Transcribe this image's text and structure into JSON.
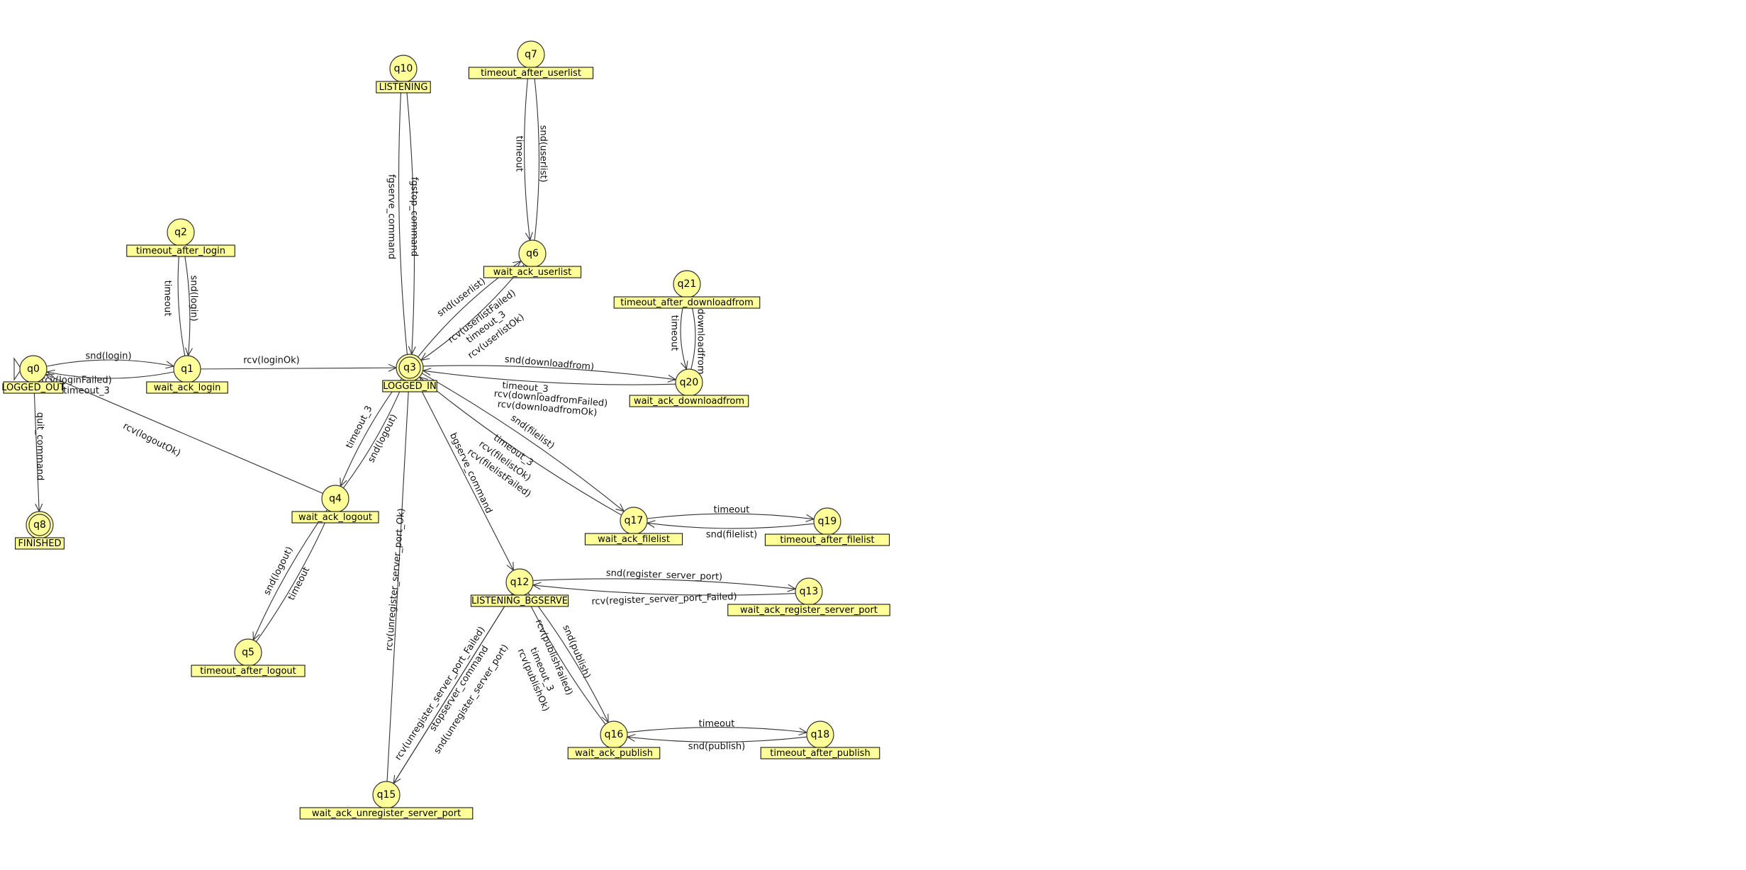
{
  "states": [
    {
      "id": "q0",
      "label": "LOGGED_OUT",
      "initial": true
    },
    {
      "id": "q1",
      "label": "wait_ack_login"
    },
    {
      "id": "q2",
      "label": "timeout_after_login"
    },
    {
      "id": "q3",
      "label": "LOGGED_IN",
      "accepting": true
    },
    {
      "id": "q4",
      "label": "wait_ack_logout"
    },
    {
      "id": "q5",
      "label": "timeout_after_logout"
    },
    {
      "id": "q6",
      "label": "wait_ack_userlist"
    },
    {
      "id": "q7",
      "label": "timeout_after_userlist"
    },
    {
      "id": "q8",
      "label": "FINISHED",
      "accepting": true
    },
    {
      "id": "q10",
      "label": "LISTENING"
    },
    {
      "id": "q12",
      "label": "LISTENING_BGSERVE"
    },
    {
      "id": "q13",
      "label": "wait_ack_register_server_port"
    },
    {
      "id": "q15",
      "label": "wait_ack_unregister_server_port"
    },
    {
      "id": "q16",
      "label": "wait_ack_publish"
    },
    {
      "id": "q17",
      "label": "wait_ack_filelist"
    },
    {
      "id": "q18",
      "label": "timeout_after_publish"
    },
    {
      "id": "q19",
      "label": "timeout_after_filelist"
    },
    {
      "id": "q20",
      "label": "wait_ack_downloadfrom"
    },
    {
      "id": "q21",
      "label": "timeout_after_downloadfrom"
    }
  ],
  "transitions": [
    {
      "from": "q0",
      "to": "q1",
      "labels": [
        "snd(login)"
      ]
    },
    {
      "from": "q1",
      "to": "q0",
      "labels": [
        "rcv(loginFailed)",
        "timeout_3"
      ]
    },
    {
      "from": "q1",
      "to": "q2",
      "labels": [
        "snd(login)"
      ]
    },
    {
      "from": "q2",
      "to": "q1",
      "labels": [
        "timeout"
      ]
    },
    {
      "from": "q1",
      "to": "q3",
      "labels": [
        "rcv(loginOk)"
      ]
    },
    {
      "from": "q0",
      "to": "q8",
      "labels": [
        "quit_command"
      ]
    },
    {
      "from": "q4",
      "to": "q0",
      "labels": [
        "rcv(logoutOk)"
      ]
    },
    {
      "from": "q3",
      "to": "q4",
      "labels": [
        "snd(logout)"
      ]
    },
    {
      "from": "q4",
      "to": "q3",
      "labels": [
        "timeout_3"
      ]
    },
    {
      "from": "q4",
      "to": "q5",
      "labels": [
        "timeout"
      ]
    },
    {
      "from": "q5",
      "to": "q4",
      "labels": [
        "snd(logout)"
      ]
    },
    {
      "from": "q10",
      "to": "q3",
      "labels": [
        "fgstop_command"
      ]
    },
    {
      "from": "q3",
      "to": "q10",
      "labels": [
        "fgserve_command"
      ]
    },
    {
      "from": "q3",
      "to": "q6",
      "labels": [
        "snd(userlist)"
      ]
    },
    {
      "from": "q6",
      "to": "q3",
      "labels": [
        "rcv(userlistFailed)",
        "timeout_3",
        "rcv(userlistOk)"
      ]
    },
    {
      "from": "q6",
      "to": "q7",
      "labels": [
        "timeout"
      ]
    },
    {
      "from": "q7",
      "to": "q6",
      "labels": [
        "snd(userlist)"
      ]
    },
    {
      "from": "q3",
      "to": "q20",
      "labels": [
        "snd(downloadfrom)"
      ]
    },
    {
      "from": "q20",
      "to": "q3",
      "labels": [
        "timeout_3",
        "rcv(downloadfromFailed)",
        "rcv(downloadfromOk)"
      ]
    },
    {
      "from": "q20",
      "to": "q21",
      "labels": [
        "timeout"
      ]
    },
    {
      "from": "q21",
      "to": "q20",
      "labels": [
        "downloadfrom"
      ]
    },
    {
      "from": "q3",
      "to": "q17",
      "labels": [
        "snd(filelist)"
      ]
    },
    {
      "from": "q17",
      "to": "q3",
      "labels": [
        "timeout_3",
        "rcv(filelistOk)",
        "rcv(filelistFailed)"
      ]
    },
    {
      "from": "q17",
      "to": "q19",
      "labels": [
        "timeout"
      ]
    },
    {
      "from": "q19",
      "to": "q17",
      "labels": [
        "snd(filelist)"
      ]
    },
    {
      "from": "q3",
      "to": "q12",
      "labels": [
        "bgserve_command"
      ]
    },
    {
      "from": "q12",
      "to": "q13",
      "labels": [
        "snd(register_server_port)"
      ]
    },
    {
      "from": "q13",
      "to": "q12",
      "labels": [
        "rcv(register_server_port_Failed)"
      ]
    },
    {
      "from": "q15",
      "to": "q3",
      "labels": [
        "rcv(unregister_server_port_Ok)"
      ]
    },
    {
      "from": "q15",
      "to": "q12",
      "labels": [
        "rcv(unregister_server_port_Failed)"
      ]
    },
    {
      "from": "q12",
      "to": "q15",
      "labels": [
        "stopserver_command",
        "snd(unregister_server_port)"
      ]
    },
    {
      "from": "q12",
      "to": "q16",
      "labels": [
        "snd(publish)"
      ]
    },
    {
      "from": "q16",
      "to": "q12",
      "labels": [
        "rcv(publishFailed)",
        "timeout_3",
        "rcv(publishOk)"
      ]
    },
    {
      "from": "q16",
      "to": "q18",
      "labels": [
        "timeout"
      ]
    },
    {
      "from": "q18",
      "to": "q16",
      "labels": [
        "snd(publish)"
      ]
    }
  ]
}
